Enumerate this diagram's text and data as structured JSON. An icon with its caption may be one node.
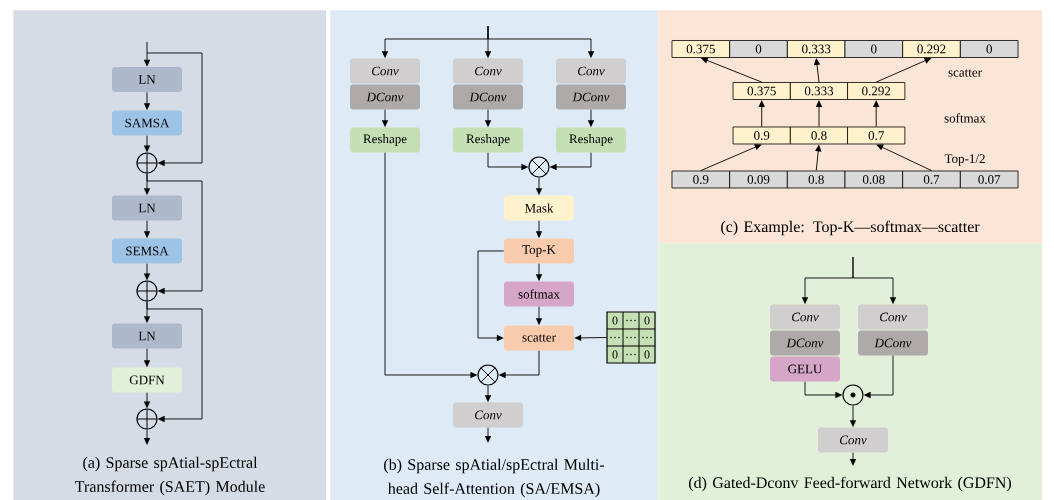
{
  "diagram": {
    "nodes": [
      {
        "text": [
          "(a) Sparse spAtial-spEctral Transformer (SAET) Module"
        ]
      },
      {
        "text": [
          "LN"
        ],
        "in": 0
      },
      {
        "text": [
          "SAMSA"
        ],
        "in": 0
      },
      {
        "text": [],
        "shape": "circle",
        "in": 0
      },
      {
        "text": [
          "LN"
        ],
        "in": 0
      },
      {
        "text": [
          "SEMSA"
        ],
        "in": 0
      },
      {
        "text": [],
        "shape": "circle",
        "in": 0
      },
      {
        "text": [
          "LN"
        ],
        "in": 0
      },
      {
        "text": [
          "GDFN"
        ],
        "in": 0
      },
      {
        "text": [],
        "shape": "circle",
        "in": 0
      },
      {
        "text": [
          "(b) Sparse spAtial/spEctral Multi-head Self-Attention (SA/EMSA)"
        ]
      },
      {
        "text": [
          "Conv"
        ],
        "in": 10
      },
      {
        "text": [
          "DConv"
        ],
        "in": 10
      },
      {
        "text": [
          "Conv"
        ],
        "in": 10
      },
      {
        "text": [
          "DConv"
        ],
        "in": 10
      },
      {
        "text": [
          "Conv"
        ],
        "in": 10
      },
      {
        "text": [
          "DConv"
        ],
        "in": 10
      },
      {
        "text": [
          "Reshape"
        ],
        "in": 10
      },
      {
        "text": [
          "Reshape"
        ],
        "in": 10
      },
      {
        "text": [
          "Reshape"
        ],
        "in": 10
      },
      {
        "text": [],
        "shape": "circle",
        "in": 10
      },
      {
        "text": [
          "Mask"
        ],
        "in": 10
      },
      {
        "text": [
          "Top-K"
        ],
        "in": 10
      },
      {
        "text": [
          "softmax"
        ],
        "in": 10
      },
      {
        "text": [
          "scatter"
        ],
        "in": 10
      },
      {
        "text": [
          "0",
          "…",
          "0",
          "…",
          "…",
          "…",
          "0",
          "…",
          "0"
        ],
        "in": 10
      },
      {
        "text": [],
        "shape": "circle",
        "in": 10
      },
      {
        "text": [
          "Conv"
        ],
        "in": 10
      },
      {
        "text": [
          "(c) Example: Top-K—softmax—scatter"
        ]
      },
      {
        "text": [
          "0.375"
        ],
        "in": 28
      },
      {
        "text": [
          "0"
        ],
        "in": 28
      },
      {
        "text": [
          "0.333"
        ],
        "in": 28
      },
      {
        "text": [
          "0"
        ],
        "in": 28
      },
      {
        "text": [
          "0.292"
        ],
        "in": 28
      },
      {
        "text": [
          "0"
        ],
        "in": 28
      },
      {
        "text": [
          "0.375"
        ],
        "in": 28
      },
      {
        "text": [
          "0.333"
        ],
        "in": 28
      },
      {
        "text": [
          "0.292"
        ],
        "in": 28
      },
      {
        "text": [
          "0.9"
        ],
        "in": 28
      },
      {
        "text": [
          "0.8"
        ],
        "in": 28
      },
      {
        "text": [
          "0.7"
        ],
        "in": 28
      },
      {
        "text": [
          "0.9"
        ],
        "in": 28
      },
      {
        "text": [
          "0.09"
        ],
        "in": 28
      },
      {
        "text": [
          "0.8"
        ],
        "in": 28
      },
      {
        "text": [
          "0.08"
        ],
        "in": 28
      },
      {
        "text": [
          "0.7"
        ],
        "in": 28
      },
      {
        "text": [
          "0.07"
        ],
        "in": 28
      },
      {
        "text": [
          "(d) Gated-Dconv Feed-forward Network (GDFN)"
        ]
      },
      {
        "text": [
          "Conv"
        ],
        "in": 47
      },
      {
        "text": [
          "DConv"
        ],
        "in": 47
      },
      {
        "text": [
          "GELU"
        ],
        "in": 47
      },
      {
        "text": [
          "Conv"
        ],
        "in": 47
      },
      {
        "text": [
          "DConv"
        ],
        "in": 47
      },
      {
        "text": [],
        "shape": "circle",
        "in": 47
      },
      {
        "text": [
          "Conv"
        ],
        "in": 47
      }
    ],
    "edges": [
      {
        "from": null,
        "to": 1,
        "arrow": "to"
      },
      {
        "from": null,
        "to": 3,
        "arrow": "to"
      },
      {
        "from": 1,
        "to": 2,
        "arrow": "to"
      },
      {
        "from": 2,
        "to": 3,
        "arrow": "to"
      },
      {
        "from": 3,
        "to": 4,
        "arrow": "to"
      },
      {
        "from": 3,
        "to": 6,
        "arrow": "to"
      },
      {
        "from": 4,
        "to": 5,
        "arrow": "to"
      },
      {
        "from": 5,
        "to": 6,
        "arrow": "to"
      },
      {
        "from": 6,
        "to": 7,
        "arrow": "to"
      },
      {
        "from": 6,
        "to": 9,
        "arrow": "to"
      },
      {
        "from": 7,
        "to": 8,
        "arrow": "to"
      },
      {
        "from": 8,
        "to": 9,
        "arrow": "to"
      },
      {
        "from": 9,
        "to": null,
        "arrow": "to"
      },
      {
        "from": null,
        "to": 11,
        "arrow": "to"
      },
      {
        "from": null,
        "to": 13,
        "arrow": "to"
      },
      {
        "from": null,
        "to": 15,
        "arrow": "to"
      },
      {
        "from": 12,
        "to": 17,
        "arrow": "to"
      },
      {
        "from": 14,
        "to": 18,
        "arrow": "to"
      },
      {
        "from": 16,
        "to": 19,
        "arrow": "to"
      },
      {
        "from": 18,
        "to": 20,
        "arrow": "to"
      },
      {
        "from": 19,
        "to": 20,
        "arrow": "to"
      },
      {
        "from": 20,
        "to": 21,
        "arrow": "to"
      },
      {
        "from": 21,
        "to": 22,
        "arrow": "to"
      },
      {
        "from": 22,
        "to": 23,
        "arrow": "to"
      },
      {
        "from": 22,
        "to": 24,
        "arrow": "to"
      },
      {
        "from": 23,
        "to": 24,
        "arrow": "to"
      },
      {
        "from": 25,
        "to": 24,
        "arrow": "to"
      },
      {
        "from": 17,
        "to": 26,
        "arrow": "to"
      },
      {
        "from": 24,
        "to": 26,
        "arrow": "to"
      },
      {
        "from": 26,
        "to": 27,
        "arrow": "to"
      },
      {
        "from": 27,
        "to": null,
        "arrow": "to"
      },
      {
        "from": 41,
        "to": 38,
        "arrow": "to"
      },
      {
        "from": 43,
        "to": 39,
        "arrow": "to"
      },
      {
        "from": 45,
        "to": 40,
        "arrow": "to"
      },
      {
        "from": 38,
        "to": 35,
        "arrow": "to"
      },
      {
        "from": 39,
        "to": 36,
        "arrow": "to"
      },
      {
        "from": 40,
        "to": 37,
        "arrow": "to"
      },
      {
        "from": 35,
        "to": 29,
        "arrow": "to"
      },
      {
        "from": 36,
        "to": 31,
        "arrow": "to"
      },
      {
        "from": 37,
        "to": 33,
        "arrow": "to"
      },
      {
        "from": null,
        "to": 48,
        "arrow": "to"
      },
      {
        "from": null,
        "to": 51,
        "arrow": "to"
      },
      {
        "from": 50,
        "to": 53,
        "arrow": "to"
      },
      {
        "from": 52,
        "to": 53,
        "arrow": "to"
      },
      {
        "from": 53,
        "to": 54,
        "arrow": "to"
      },
      {
        "from": 54,
        "to": null,
        "arrow": "to"
      }
    ],
    "labels": [
      "scatter",
      "softmax",
      "Top-1/2"
    ]
  }
}
